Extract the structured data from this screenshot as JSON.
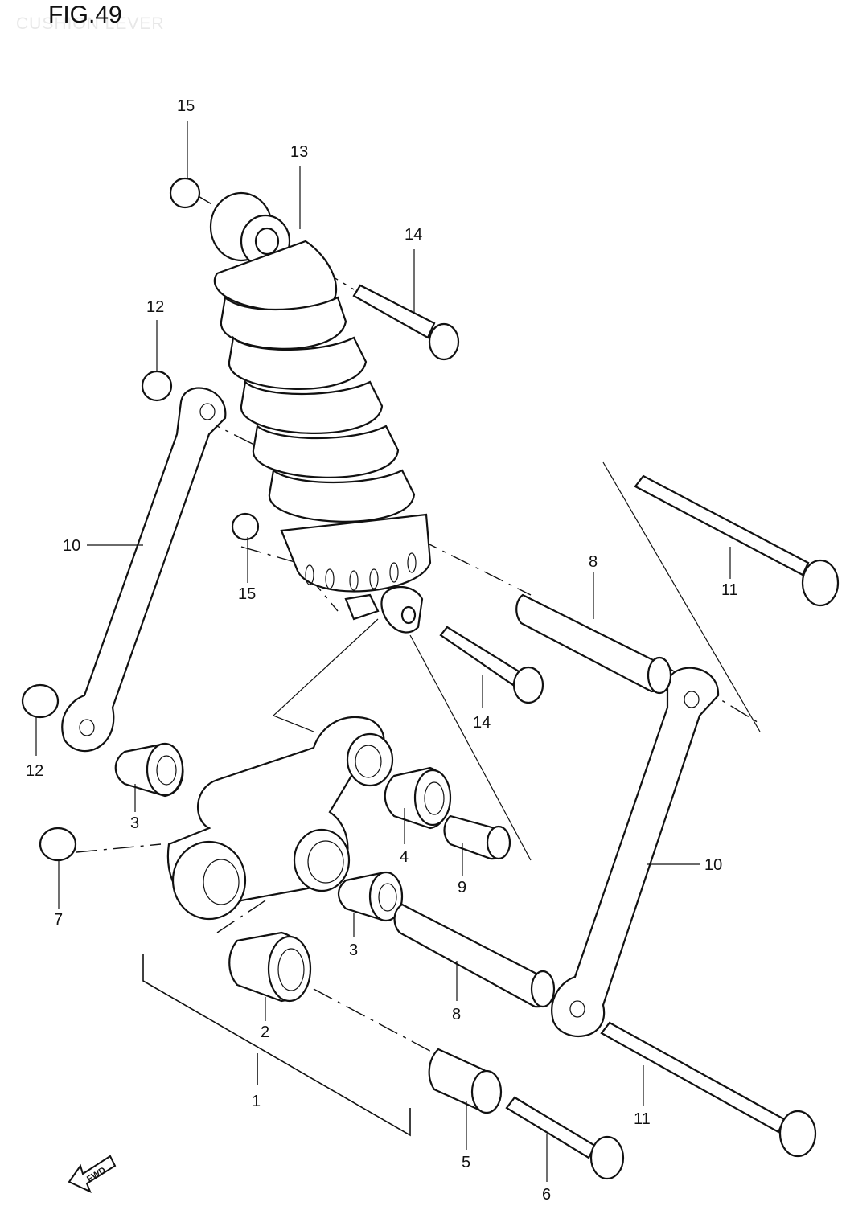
{
  "figure": {
    "title": "FIG.49",
    "subtitle": "CUSHION LEVER"
  },
  "labels": {
    "p1": "1",
    "p2": "2",
    "p3a": "3",
    "p3b": "3",
    "p4": "4",
    "p5": "5",
    "p6": "6",
    "p7": "7",
    "p8a": "8",
    "p8b": "8",
    "p9": "9",
    "p10a": "10",
    "p10b": "10",
    "p11a": "11",
    "p11b": "11",
    "p12a": "12",
    "p12b": "12",
    "p13": "13",
    "p14a": "14",
    "p14b": "14",
    "p15a": "15",
    "p15b": "15"
  },
  "fwd_arrow": {
    "text": "FWD"
  }
}
